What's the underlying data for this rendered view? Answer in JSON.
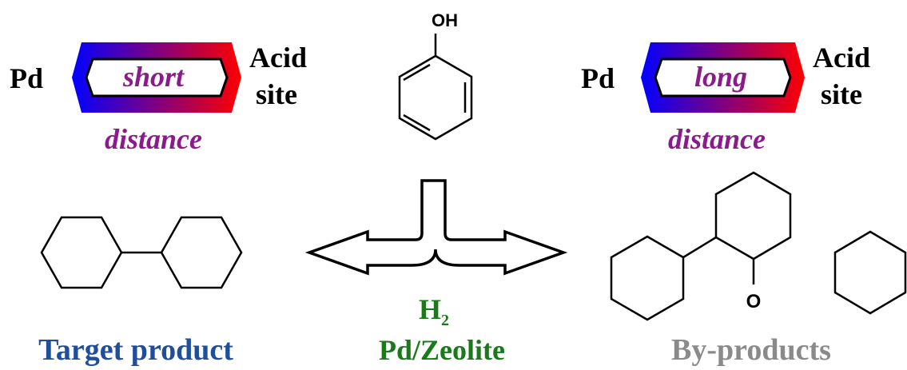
{
  "left_pair": {
    "metal_label": "Pd",
    "bar_label": "short",
    "acid_label_line1": "Acid",
    "acid_label_line2": "site",
    "distance_label": "distance"
  },
  "right_pair": {
    "metal_label": "Pd",
    "bar_label": "long",
    "acid_label_line1": "Acid",
    "acid_label_line2": "site",
    "distance_label": "distance"
  },
  "reactant": {
    "oh_label": "OH"
  },
  "conditions": {
    "h2_main": "H",
    "h2_sub": "2",
    "catalyst": "Pd/Zeolite"
  },
  "target": {
    "label": "Target product"
  },
  "byproducts": {
    "label": "By-products",
    "oxygen_label": "O"
  },
  "colors": {
    "purple": "#8B1A8B",
    "blue_text": "#1F4E9A",
    "green_text": "#1A7A1A",
    "grey_text": "#8A8A8A",
    "grad_blue": "#0000FF",
    "grad_red": "#FF0000"
  }
}
